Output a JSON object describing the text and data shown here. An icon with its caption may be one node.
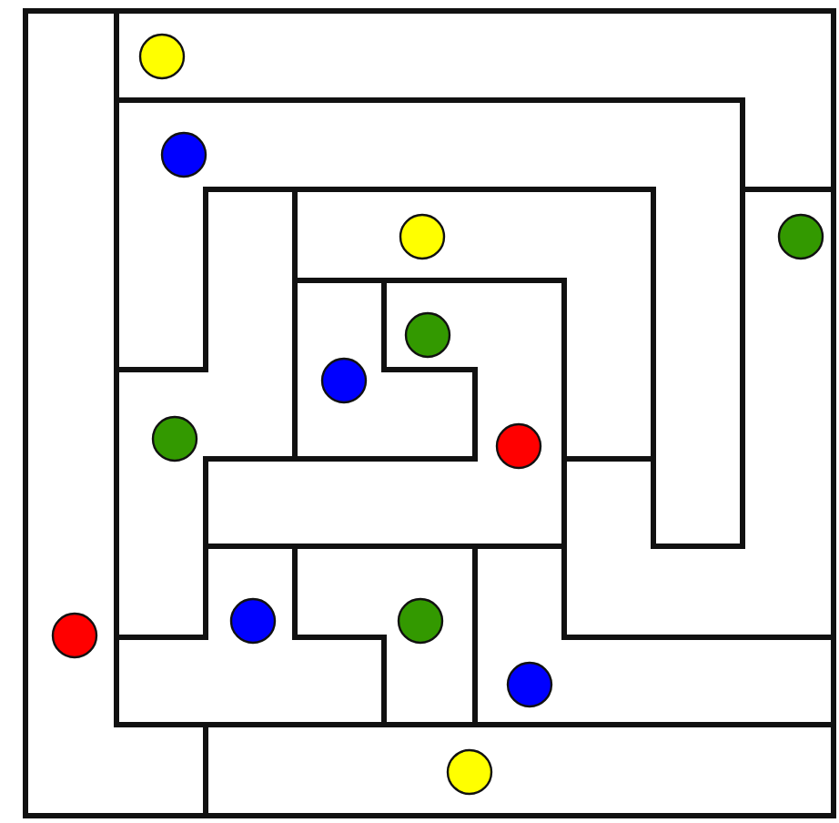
{
  "diagram": {
    "nodes": [
      {
        "text": [],
        "shape": "circle"
      },
      {
        "text": [],
        "shape": "circle"
      },
      {
        "text": [],
        "shape": "circle"
      },
      {
        "text": [],
        "shape": "circle"
      },
      {
        "text": [],
        "shape": "circle"
      },
      {
        "text": [],
        "shape": "circle"
      },
      {
        "text": [],
        "shape": "circle"
      },
      {
        "text": [],
        "shape": "circle"
      },
      {
        "text": [],
        "shape": "circle"
      },
      {
        "text": [],
        "shape": "circle"
      },
      {
        "text": [],
        "shape": "circle"
      },
      {
        "text": [],
        "shape": "circle"
      },
      {
        "text": [],
        "shape": "circle"
      }
    ]
  }
}
